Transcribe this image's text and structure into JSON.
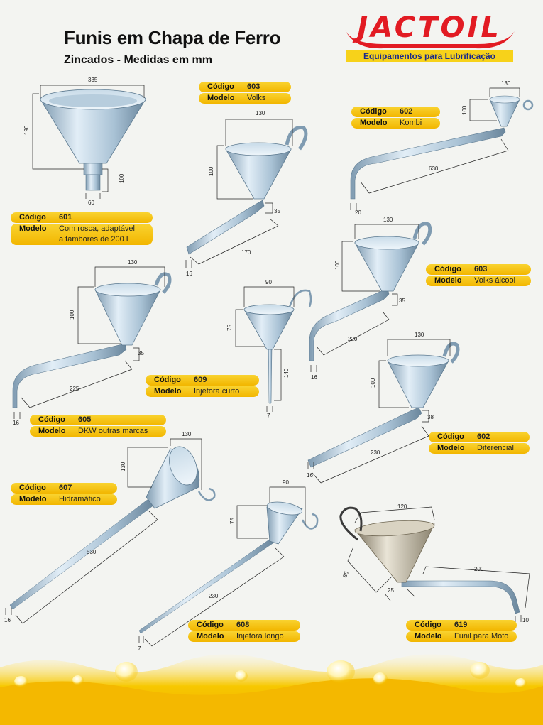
{
  "header": {
    "title": "Funis em Chapa de Ferro",
    "subtitle": "Zincados - Medidas em mm"
  },
  "logo": {
    "brand": "JACTOIL",
    "tagline": "Equipamentos para Lubrificação",
    "brand_color": "#e21b23",
    "tag_color": "#f7d21a"
  },
  "products": [
    {
      "code_label": "Código",
      "code": "601",
      "model_label": "Modelo",
      "model": "Com rosca, adaptável",
      "model2": "a tambores de 200 L"
    },
    {
      "code_label": "Código",
      "code": "603",
      "model_label": "Modelo",
      "model": "Volks"
    },
    {
      "code_label": "Código",
      "code": "602",
      "model_label": "Modelo",
      "model": "Kombi"
    },
    {
      "code_label": "Código",
      "code": "603",
      "model_label": "Modelo",
      "model": "Volks álcool"
    },
    {
      "code_label": "Código",
      "code": "609",
      "model_label": "Modelo",
      "model": "Injetora curto"
    },
    {
      "code_label": "Código",
      "code": "605",
      "model_label": "Modelo",
      "model": "DKW outras marcas"
    },
    {
      "code_label": "Código",
      "code": "602",
      "model_label": "Modelo",
      "model": "Diferencial"
    },
    {
      "code_label": "Código",
      "code": "607",
      "model_label": "Modelo",
      "model": "Hidramático"
    },
    {
      "code_label": "Código",
      "code": "608",
      "model_label": "Modelo",
      "model": "Injetora longo"
    },
    {
      "code_label": "Código",
      "code": "619",
      "model_label": "Modelo",
      "model": "Funil para Moto"
    }
  ],
  "dimensions": {
    "f601": [
      "335",
      "190",
      "100",
      "60"
    ],
    "f603": [
      "130",
      "100",
      "35",
      "170",
      "16"
    ],
    "f602k": [
      "130",
      "100",
      "630",
      "20"
    ],
    "f603a": [
      "130",
      "100",
      "35",
      "220",
      "16"
    ],
    "f605": [
      "130",
      "100",
      "35",
      "225",
      "16"
    ],
    "f609": [
      "90",
      "75",
      "140",
      "7"
    ],
    "f602d": [
      "130",
      "100",
      "38",
      "230",
      "16"
    ],
    "f607": [
      "130",
      "130",
      "530",
      "16"
    ],
    "f608": [
      "90",
      "75",
      "230",
      "7"
    ],
    "f619": [
      "120",
      "85",
      "200",
      "25",
      "10"
    ]
  },
  "colors": {
    "metal_light": "#dce9f3",
    "metal_mid": "#9fb9cc",
    "metal_dark": "#6d8aa0",
    "label_yellow": "#f4bf06",
    "oil": "#f2b400"
  }
}
